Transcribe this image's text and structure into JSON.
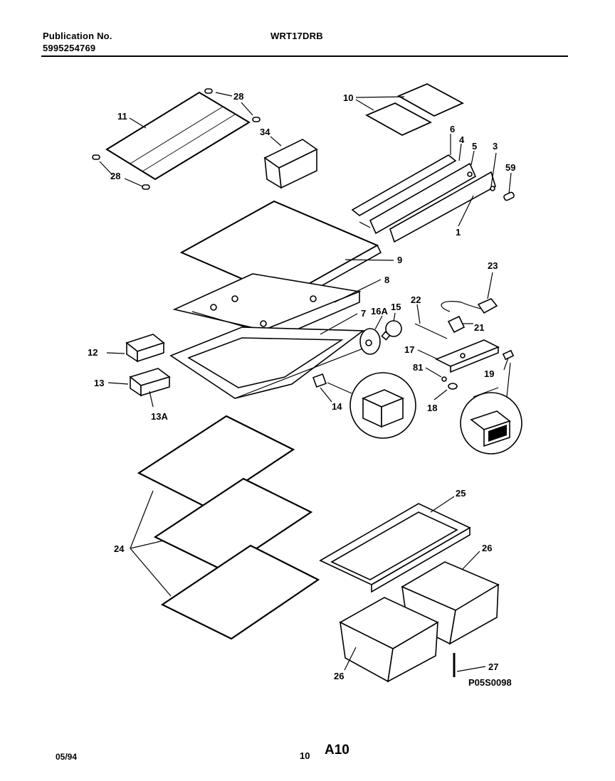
{
  "header": {
    "publication_label": "Publication No.",
    "publication_number": "5995254769",
    "model": "WRT17DRB"
  },
  "footer": {
    "date": "05/94",
    "page_number": "10",
    "section_code": "A10"
  },
  "diagram": {
    "reference_code": "P05S0098",
    "callouts": {
      "c1": "1",
      "c3": "3",
      "c4": "4",
      "c5": "5",
      "c6": "6",
      "c7": "7",
      "c8": "8",
      "c9": "9",
      "c10": "10",
      "c11": "11",
      "c12": "12",
      "c13": "13",
      "c13a": "13A",
      "c14": "14",
      "c15": "15",
      "c16a": "16A",
      "c17": "17",
      "c18": "18",
      "c19": "19",
      "c21": "21",
      "c22": "22",
      "c23": "23",
      "c24": "24",
      "c25": "25",
      "c26a": "26",
      "c26b": "26",
      "c27": "27",
      "c28a": "28",
      "c28b": "28",
      "c34": "34",
      "c59": "59",
      "c81": "81"
    }
  }
}
